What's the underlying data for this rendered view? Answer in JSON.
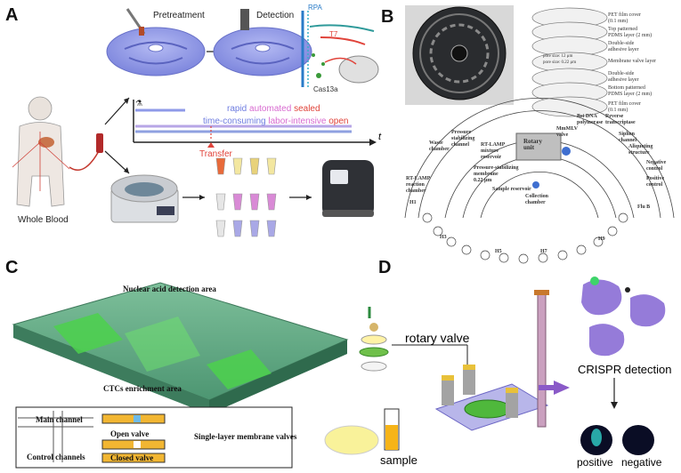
{
  "panels": {
    "a": {
      "label": "A"
    },
    "b": {
      "label": "B"
    },
    "c": {
      "label": "C"
    },
    "d": {
      "label": "D"
    }
  },
  "panel_a": {
    "whole_blood": "Whole Blood",
    "pretreatment": "Pretreatment",
    "detection": "Detection",
    "rpa": "RPA",
    "t7": "T7",
    "cas13a": "Cas13a",
    "time_axis": "t",
    "fast": {
      "rapid": "rapid",
      "automated": "automated",
      "sealed": "sealed"
    },
    "slow": {
      "time_consuming": "time-consuming",
      "labor_intensive": "labor-intensive",
      "open": "open"
    },
    "transfer": "Transfer"
  },
  "panel_b": {
    "layers": [
      "PET film cover\n(0.1 mm)",
      "Top patterned\nPDMS layer (2 mm)",
      "Double-side\nadhesive layer",
      "pore size: 12 μm\npore size: 0.22 μm",
      "Membrane valve layer",
      "Double-side\nadhesive layer",
      "Bottom patterned\nPDMS layer (2 mm)",
      "PET film cover\n(0.1 mm)"
    ],
    "labels": {
      "rotary_unit": "Rotary\nunit",
      "bst_dna": "Bst DNA\npolymerase",
      "reverse_transcriptase": "Reverse\ntranscriptase",
      "mmlv": "MmMLV\nvalve",
      "siphon": "Siphon\nchannel",
      "aliquoting": "Aliquoting\nstructure",
      "negative": "Negative\ncontrol",
      "positive": "Positive\ncontrol",
      "pressure_channel": "Pressure\nstabilizing\nchannel",
      "waste": "Waste\nchamber",
      "rt_lamp_mixture": "RT-LAMP\nmixture\nreservoir",
      "pressure_membrane": "Pressure-stabilizing\nmembrane\n0.22 μm",
      "sample_reservoir": "Sample reservoir",
      "collection": "Collection\nchamber",
      "rt_lamp_chamber": "RT-LAMP\nreaction\nchamber",
      "h1": "H1",
      "h3": "H3",
      "h5": "H5",
      "h7": "H7",
      "h9": "H9",
      "flu_b": "Flu B"
    }
  },
  "panel_c": {
    "nucleic": "Nuclear acid detection area",
    "ctcs": "CTCs enrichment area",
    "main_channel": "Main channel",
    "control_channels": "Control channels",
    "open_valve": "Open valve",
    "closed_valve": "Closed valve",
    "membrane_valves": "Single-layer membrane valves"
  },
  "panel_d": {
    "rotary_valve": "rotary valve",
    "sample": "sample",
    "crispr": "CRISPR detection",
    "positive": "positive",
    "negative": "negative"
  },
  "colors": {
    "disc_blue": "#8f97e6",
    "green_chip": "#3cb33c",
    "arrow_purple": "#8a5ac8",
    "rapid": "#6f7de0",
    "automated": "#d86bd0",
    "sealed": "#e0433a"
  }
}
